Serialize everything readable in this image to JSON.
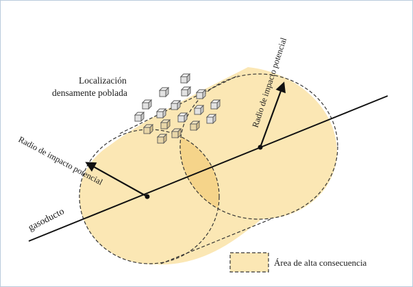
{
  "figure": {
    "populated_label_line1": "Localización",
    "populated_label_line2": "densamente poblada",
    "radius_label_left": "Radio de impacto potencial",
    "radius_label_right": "Radio de impacto potencial",
    "pipeline_label": "gasoducto",
    "legend_label": "Área de alta consecuencia"
  },
  "colors": {
    "hca_fill": "#fbe7b4",
    "hca_overlap": "#f5d48a",
    "outline": "#333333",
    "pipeline": "#111111",
    "house_face": "#e2e2e2",
    "house_face_tinted": "#e8d6a8",
    "frame_border": "#b9cbdc"
  }
}
